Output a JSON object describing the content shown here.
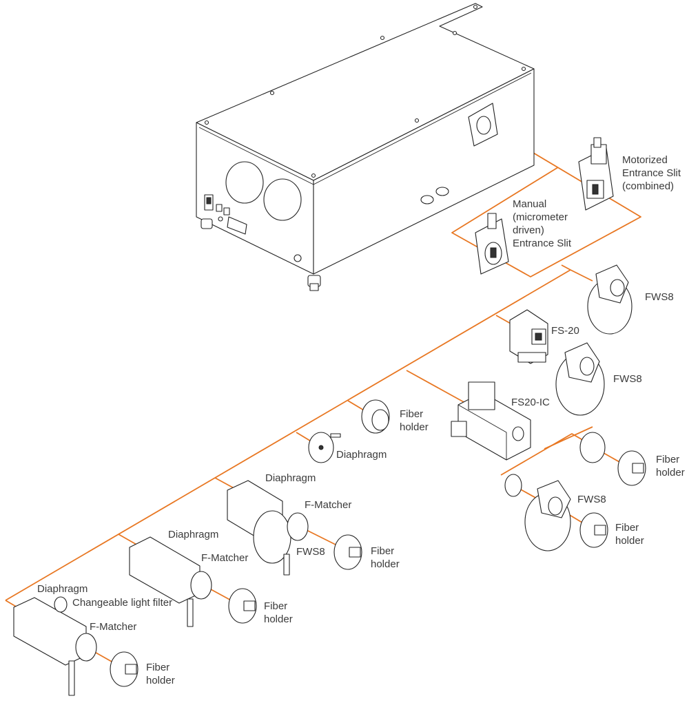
{
  "labels": {
    "motorized_slit": [
      "Motorized",
      "Entrance Slit",
      "(combined)"
    ],
    "manual_slit": [
      "Manual",
      "(micrometer",
      "driven)",
      "Entrance Slit"
    ],
    "fws8_top": "FWS8",
    "fs20": "FS-20",
    "fws8_mid": "FWS8",
    "fs20_ic": "FS20-IC",
    "fiber_holder_a": [
      "Fiber",
      "holder"
    ],
    "diaphragm_a": "Diaphragm",
    "fiber_holder_r1": [
      "Fiber",
      "holder"
    ],
    "fws8_right": "FWS8",
    "fiber_holder_r2": [
      "Fiber",
      "holder"
    ],
    "diaphragm_b": "Diaphragm",
    "f_matcher_b": "F-Matcher",
    "fws8_b": "FWS8",
    "fiber_holder_b": [
      "Fiber",
      "holder"
    ],
    "diaphragm_c": "Diaphragm",
    "f_matcher_c": "F-Matcher",
    "fiber_holder_c": [
      "Fiber",
      "holder"
    ],
    "diaphragm_d": "Diaphragm",
    "light_filter_d": "Changeable light filter",
    "f_matcher_d": "F-Matcher",
    "fiber_holder_d": [
      "Fiber",
      "holder"
    ]
  },
  "colors": {
    "connector": "#e87722",
    "line": "#222222",
    "text": "#3a3a3a"
  }
}
